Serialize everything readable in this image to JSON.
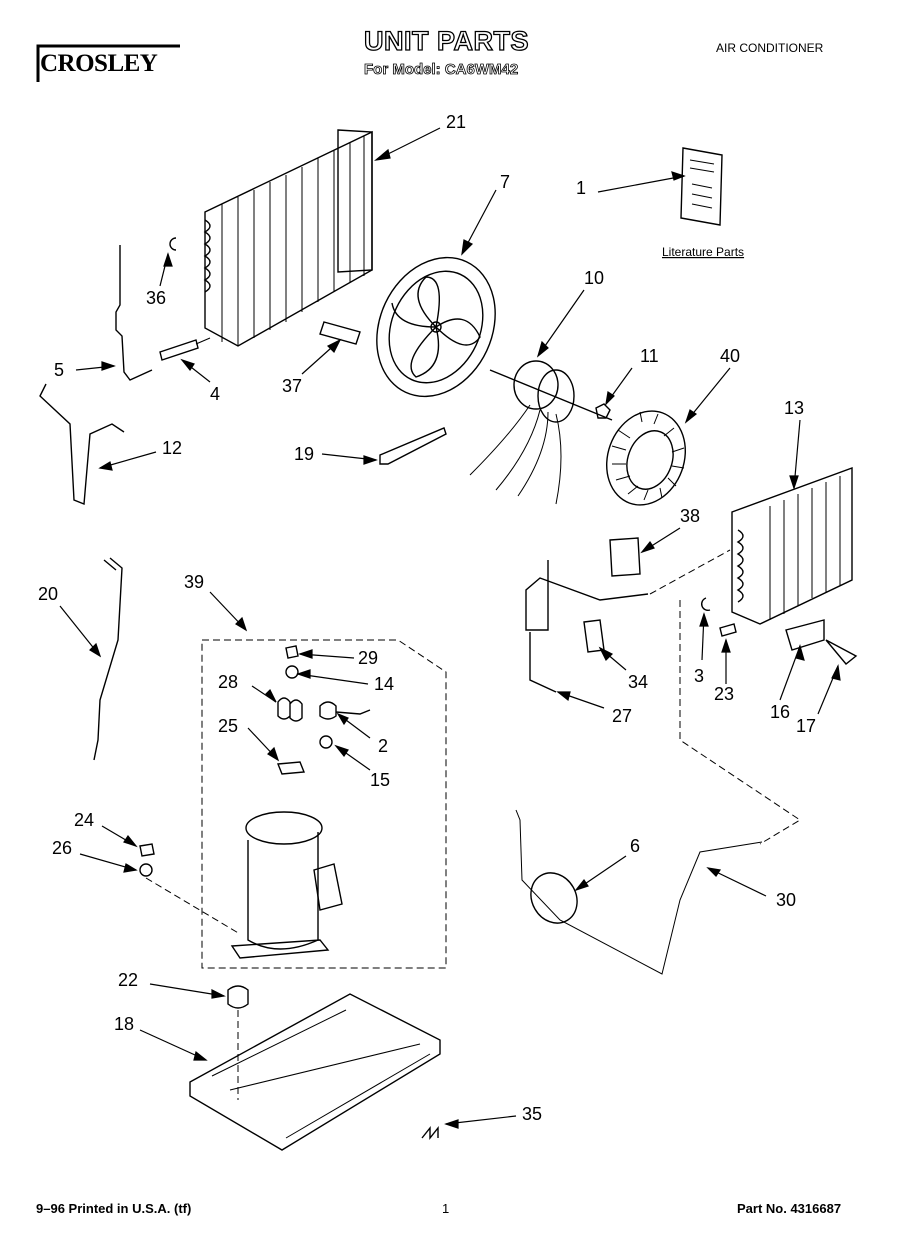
{
  "header": {
    "brand": "CROSLEY",
    "title": "UNIT PARTS",
    "subtitle": "For Model: CA6WM42",
    "category": "AIR CONDITIONER"
  },
  "literature_label": "Literature Parts",
  "callouts": [
    "21",
    "7",
    "1",
    "36",
    "10",
    "5",
    "4",
    "11",
    "40",
    "37",
    "13",
    "12",
    "19",
    "38",
    "20",
    "39",
    "29",
    "14",
    "28",
    "34",
    "3",
    "2",
    "25",
    "23",
    "16",
    "17",
    "15",
    "27",
    "24",
    "6",
    "26",
    "30",
    "22",
    "18",
    "35"
  ],
  "footer": {
    "left": "9–96 Printed in U.S.A. (tf)",
    "page": "1",
    "part_no": "Part No. 4316687"
  }
}
